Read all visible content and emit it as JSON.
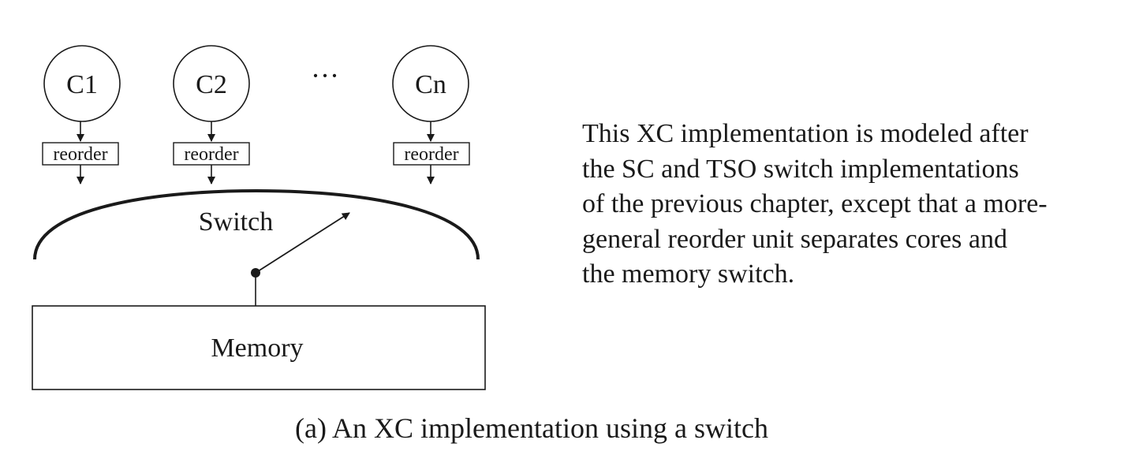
{
  "diagram": {
    "cores": [
      {
        "label": "C1"
      },
      {
        "label": "C2"
      },
      {
        "label": "Cn"
      }
    ],
    "ellipsis": "···",
    "reorder_label": "reorder",
    "switch_label": "Switch",
    "memory_label": "Memory"
  },
  "description": {
    "lines": [
      "This XC implementation is modeled after",
      "the SC and TSO switch implementations",
      "of the previous chapter, except that a more-",
      "general reorder unit separates cores and",
      "the memory switch."
    ]
  },
  "caption": "(a) An XC implementation using a switch"
}
